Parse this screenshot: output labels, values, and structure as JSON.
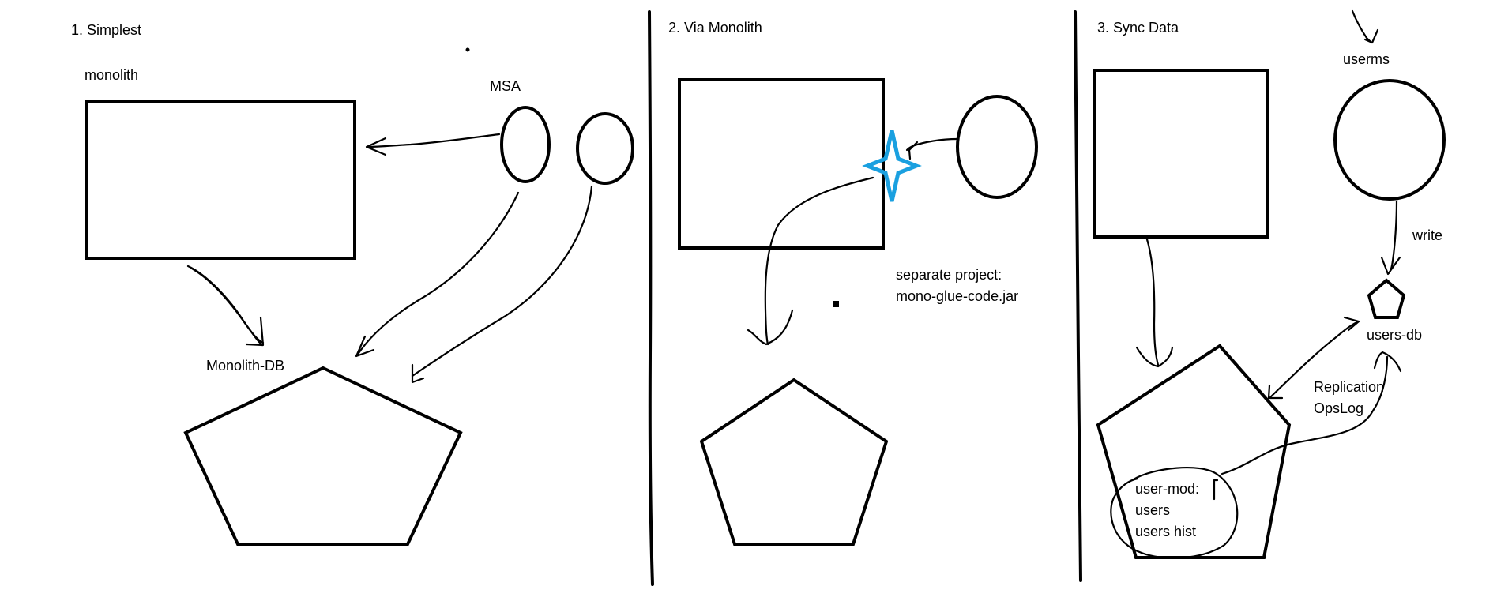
{
  "sections": {
    "simplest": {
      "title": "1. Simplest",
      "monolith_label": "monolith",
      "msa_label": "MSA",
      "db_label": "Monolith-DB"
    },
    "via_monolith": {
      "title": "2. Via Monolith",
      "note_line1": "separate project:",
      "note_line2": "mono-glue-code.jar"
    },
    "sync_data": {
      "title": "3. Sync Data",
      "service_label": "userms",
      "write_label": "write",
      "users_db_label": "users-db",
      "replication_line1": "Replication",
      "replication_line2": "OpsLog",
      "module_line1": "user-mod:",
      "module_line2": "users",
      "module_line3": "users  hist"
    }
  },
  "colors": {
    "ink": "#000000",
    "highlight": "#1aa0e0",
    "background": "#ffffff"
  }
}
